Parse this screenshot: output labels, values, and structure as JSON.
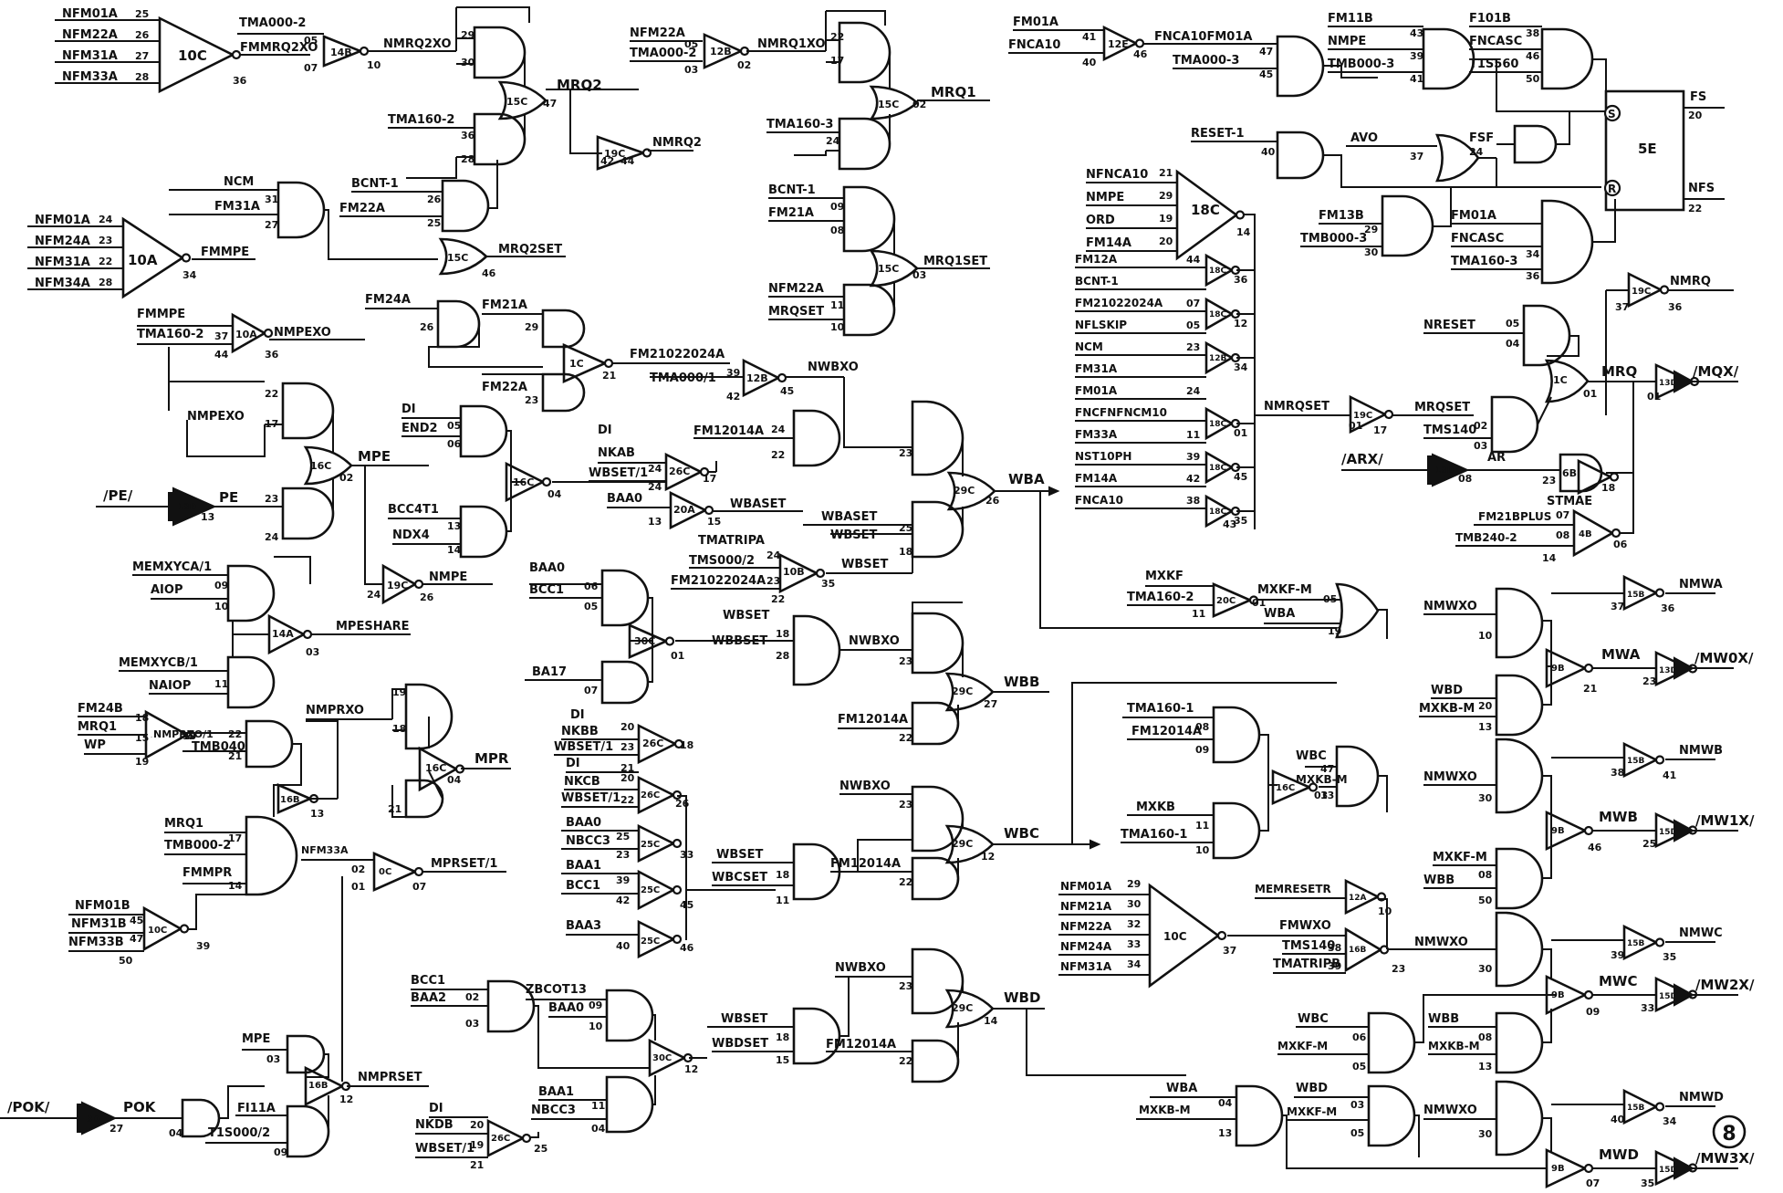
{
  "sheet": {
    "sheet_number": "8"
  },
  "ng1": {
    "i": [
      "NFM01A",
      "NFM22A",
      "NFM31A",
      "NFM33A"
    ],
    "p": [
      "25",
      "26",
      "27",
      "28"
    ],
    "ref": "10C",
    "o": "36"
  },
  "ng2": {
    "i": [
      "TMA000-2",
      "FMMRQ2XO"
    ],
    "p": [
      "05",
      "07"
    ],
    "ref": "14B",
    "o": "10",
    "out": "NMRQ2XO"
  },
  "ng3": {
    "i": [
      "NFM22A",
      "TMA000-2"
    ],
    "p": [
      "05",
      "03"
    ],
    "ref": "12B",
    "o": "02",
    "out": "NMRQ1XO"
  },
  "mrq2": {
    "ref": "15C",
    "p_or": "47",
    "and_p": [
      "29",
      "30",
      "36",
      "28"
    ],
    "tma": "TMA160-2",
    "out": "MRQ2",
    "inv_ref": "19C",
    "inv_pi": "42",
    "inv_po": "44",
    "inv_out": "NMRQ2"
  },
  "mrq1": {
    "ref": "15C",
    "p_or": "02",
    "and_p": [
      "22",
      "17",
      "24"
    ],
    "tma": "TMA160-3",
    "out": "MRQ1"
  },
  "fnc": {
    "i": [
      "FM01A",
      "FNCA10"
    ],
    "p": [
      "41",
      "40"
    ],
    "ref": "12E",
    "o": "46",
    "out": "FNCA10FM01A"
  },
  "and47": {
    "i": [
      "TMA000-3"
    ],
    "p": [
      "47",
      "45"
    ]
  },
  "and5e": {
    "i": [
      "FM11B",
      "NMPE",
      "TMB000-3"
    ],
    "p": [
      "43",
      "39",
      "41"
    ]
  },
  "and5e2": {
    "i": [
      "F101B",
      "FNCASC",
      "T1S560"
    ],
    "p": [
      "38",
      "46",
      "50"
    ]
  },
  "ff5e": {
    "ref": "5E",
    "s": "S",
    "r": "R",
    "fs": "FS",
    "nfs": "NFS",
    "p_fs": "20",
    "p_nfs": "22"
  },
  "rst": {
    "i": [
      "RESET-1"
    ],
    "p": [
      "40"
    ],
    "avo": "AVO",
    "avo_p": "37",
    "fsf": "FSF",
    "fsf_p": "24"
  },
  "and5e3": {
    "i": [
      "FM13B",
      "TMB000-3"
    ],
    "p": [
      "29",
      "30"
    ]
  },
  "and5e4": {
    "i": [
      "FM01A",
      "FNCASC",
      "TMA160-3"
    ],
    "p": [
      "34",
      "36"
    ]
  },
  "ng10a": {
    "i": [
      "NFM01A",
      "NFM24A",
      "NFM31A",
      "NFM34A"
    ],
    "p": [
      "24",
      "23",
      "22",
      "28"
    ],
    "ref": "10A",
    "o": "34",
    "out": "FMMPE"
  },
  "ncm": {
    "i": [
      "NCM",
      "FM31A"
    ],
    "p": [
      "31",
      "27"
    ]
  },
  "mrq2s": {
    "i": [
      "BCNT-1",
      "FM22A"
    ],
    "p": [
      "26",
      "25"
    ],
    "ref": "15C",
    "o": "46",
    "out": "MRQ2SET"
  },
  "mrq1s": {
    "i": [
      "BCNT-1",
      "FM21A",
      "NFM22A",
      "MRQSET"
    ],
    "p": [
      "09",
      "08",
      "11",
      "10"
    ],
    "ref": "15C",
    "o": "03",
    "out": "MRQ1SET"
  },
  "nmpexo": {
    "i": [
      "FMMPE",
      "TMA160-2"
    ],
    "p": [
      "37",
      "44"
    ],
    "ref": "10A",
    "o": "36",
    "out": "NMPEXO"
  },
  "ngfm": {
    "i": [
      "FM24A",
      "FM21A",
      "FM22A"
    ],
    "p": [
      "26",
      "29",
      "23"
    ],
    "ref": "1C",
    "o": "21",
    "out": "FM21022024A"
  },
  "nwbxo": {
    "i": [
      "TMA000/1"
    ],
    "p": [
      "39",
      "42"
    ],
    "ref": "12B",
    "o": "45",
    "out": "NWBXO"
  },
  "mpe": {
    "i": [
      "NMPEXO"
    ],
    "p": [
      "22",
      "17",
      "23",
      "24"
    ],
    "ref": "16C",
    "o": "02",
    "out": "MPE"
  },
  "pe": {
    "in": "/PE/",
    "ref": "13D",
    "p": "13",
    "out": "PE"
  },
  "nmpe": {
    "ref": "19C",
    "pi": "24",
    "po": "26",
    "out": "NMPE"
  },
  "ngdi": {
    "i": [
      "DI",
      "END2",
      "BCC4T1",
      "NDX4"
    ],
    "p": [
      "05",
      "06",
      "13",
      "14"
    ],
    "ref": "16C",
    "o": "04"
  },
  "ng26c": {
    "i": [
      "DI",
      "NKAB",
      "WBSET/1",
      "BAA0"
    ],
    "p": [
      "24",
      "24",
      "13"
    ],
    "ref": "26C",
    "o": "17",
    "ref2": "20A",
    "o2": "15",
    "out": "WBASET"
  },
  "and24": {
    "i": [
      "FM12014A"
    ],
    "p": [
      "24",
      "22"
    ]
  },
  "wba": {
    "i": [
      "WBASET",
      "WBSET"
    ],
    "p": [
      "23",
      "25",
      "18"
    ],
    "ref": "29C",
    "o": "26",
    "out": "WBA"
  },
  "tmat": {
    "i": [
      "TMATRIPA",
      "TMS000/2",
      "FM21022024A"
    ],
    "p": [
      "24",
      "23"
    ],
    "ref": "10B",
    "o": "35",
    "p2": "22",
    "out": "WBSET"
  },
  "ngbaa": {
    "i": [
      "BAA0",
      "BCC1",
      "BA17"
    ],
    "p": [
      "06",
      "05",
      "07"
    ],
    "ref": "30C",
    "o": "01",
    "out": "WBSET"
  },
  "ngbset": {
    "i": [
      "WBSET",
      "WBBSET"
    ],
    "p": [
      "18",
      "28"
    ]
  },
  "wbb": {
    "i": [
      "NWBXO",
      "FM12014A"
    ],
    "p": [
      "23",
      "22"
    ],
    "ref": "29C",
    "o": "27",
    "out": "WBB"
  },
  "nkb": {
    "i": [
      "DI",
      "NKBB",
      "WBSET/1"
    ],
    "p": [
      "20",
      "23",
      "21"
    ],
    "ref": "26C",
    "o": "18"
  },
  "mpeshare": {
    "i": [
      "MEMXYCA/1",
      "AIOP",
      "MEMXYCB/1",
      "NAIOP"
    ],
    "p": [
      "09",
      "10",
      "11"
    ],
    "ref": "14A",
    "o": "03",
    "out": "MPESHARE"
  },
  "mrq1c": {
    "i": [
      "FM24B",
      "MRQ1",
      "WP"
    ],
    "p": [
      "18",
      "15",
      "19"
    ],
    "ref": "11C",
    "o": "10",
    "out": "NMPRXO/1"
  },
  "tmb040": {
    "i": [
      "TMB040"
    ],
    "p": [
      "22",
      "21"
    ]
  },
  "nmprxo": {
    "out": "NMPRXO",
    "p": [
      "19",
      "18",
      "21"
    ],
    "ref": "16C",
    "o": "04",
    "final": "MPR"
  },
  "ng16b": {
    "ref": "16B",
    "o": "13",
    "i": [
      "MRQ1",
      "TMB000-2",
      "FMMPR"
    ],
    "p": [
      "17",
      "14"
    ]
  },
  "ng10c2": {
    "i": [
      "NFM01B",
      "NFM31B",
      "NFM33B"
    ],
    "p": [
      "45",
      "47",
      "50"
    ],
    "ref": "10C",
    "o": "39"
  },
  "nmprset": {
    "in": "NFM33A",
    "p": [
      "02",
      "01"
    ],
    "ref": "0C",
    "o": "07",
    "out": "MPRSET/1"
  },
  "nkc": {
    "i": [
      "DI",
      "NKCB",
      "WBSET/1"
    ],
    "p": [
      "20",
      "22"
    ],
    "ref": "26C",
    "o": "26"
  },
  "baa2": {
    "i": [
      "BAA0",
      "NBCC3",
      "BAA1",
      "BCC1",
      "BAA3"
    ],
    "p": [
      "25",
      "23",
      "39",
      "42",
      "40"
    ],
    "ref": "25C",
    "o": [
      "33",
      "45",
      "46"
    ]
  },
  "wbc": {
    "i": [
      "WBSET",
      "WBCSET"
    ],
    "p": [
      "18",
      "11"
    ],
    "ref": "29C",
    "o": "12",
    "out": "WBC"
  },
  "wbc2": {
    "i": [
      "NWBXO",
      "FM12014A"
    ],
    "p": [
      "23",
      "22"
    ]
  },
  "wbd": {
    "i": [
      "NWBXO",
      "FM12014A"
    ],
    "p": [
      "23",
      "22"
    ],
    "ref": "29C",
    "o": "14",
    "out": "WBD"
  },
  "wbdset": {
    "i": [
      "WBSET",
      "WBDSET"
    ],
    "p": [
      "18",
      "15"
    ],
    "ref": "30C",
    "o": "12"
  },
  "bcc": {
    "i": [
      "BCC1",
      "BAA2",
      "ZBCOT13",
      "BAA0",
      "BAA1",
      "NBCC3"
    ],
    "p": [
      "02",
      "03",
      "09",
      "10",
      "11",
      "04"
    ]
  },
  "nkd": {
    "i": [
      "DI",
      "NKDB",
      "WBSET/1"
    ],
    "p": [
      "20",
      "19",
      "21"
    ],
    "ref": "26C",
    "o": "25"
  },
  "pok": {
    "in": "/POK/",
    "ref": "3D",
    "p": "27",
    "out": "POK",
    "and_p": "04",
    "or_i": [
      "MPE",
      "FI11A",
      "T1S000/2"
    ],
    "or_p": [
      "03",
      "09"
    ],
    "ref2": "16B",
    "o2": "12",
    "out2": "NMPRSET"
  },
  "ng18c": {
    "i": [
      "NFNCA10",
      "NMPE",
      "ORD",
      "FM14A"
    ],
    "p": [
      "21",
      "29",
      "19",
      "20"
    ],
    "ref": "18C",
    "o": "14"
  },
  "ng18c2": {
    "rows": [
      {
        "i": "FM12A",
        "p": "44",
        "ref": "18C",
        "o": "36"
      },
      {
        "i": "BCNT-1",
        "p": "",
        "ref": "",
        "o": ""
      },
      {
        "i": "FM21022024A",
        "p": "07",
        "ref": "18C",
        "o": "12"
      },
      {
        "i": "NFLSKIP",
        "p": "05",
        "ref": "",
        "o": ""
      },
      {
        "i": "NCM",
        "p": "23",
        "ref": "12B",
        "o": "34"
      },
      {
        "i": "FM31A",
        "p": "",
        "ref": "",
        "o": ""
      },
      {
        "i": "FM01A",
        "p": "24",
        "ref": "",
        "o": ""
      },
      {
        "i": "FNCFNFNCM10",
        "p": "",
        "ref": "18C",
        "o": "01"
      },
      {
        "i": "FM33A",
        "p": "11",
        "ref": "",
        "o": ""
      },
      {
        "i": "NST10PH",
        "p": "39",
        "ref": "18C",
        "o": "45"
      },
      {
        "i": "FM14A",
        "p": "42",
        "ref": "",
        "o": ""
      },
      {
        "i": "FNCA10",
        "p": "38",
        "ref": "18C",
        "o": "35"
      }
    ],
    "out": "NMRQSET",
    "tail": "43"
  },
  "mrqset": {
    "ref": "19C",
    "pi": "01",
    "po": "17",
    "out": "MRQSET",
    "tms": "TMS140",
    "p": [
      "02",
      "03"
    ]
  },
  "nmrq": {
    "ref": "19C",
    "pi": "37",
    "po": "36",
    "out": "NMRQ"
  },
  "nreset": {
    "i": [
      "NRESET"
    ],
    "p": [
      "05",
      "04"
    ]
  },
  "mrq": {
    "ref": "1C",
    "o": "01",
    "out": "MRQ",
    "inv_ref": "13D",
    "inv_p": "01",
    "final": "/MQX/"
  },
  "arx": {
    "in": "/ARX/",
    "ref": "13D",
    "p": "08",
    "out": "AR",
    "and_ref": "6B",
    "p_and": [
      "23"
    ],
    "o": "18"
  },
  "stmae": {
    "out": "STMAE",
    "i": [
      "FM21BPLUS",
      "TMB240-2"
    ],
    "p": [
      "07",
      "08"
    ],
    "ref": "4B",
    "o": "06",
    "p2": "14"
  },
  "mxkf": {
    "i": [
      "MXKF",
      "TMA160-2"
    ],
    "p": [
      "11"
    ],
    "ref": "20C",
    "o": "01",
    "out": "MXKF-M",
    "p_or": [
      "05",
      "19"
    ],
    "wba": "WBA"
  },
  "nmwa": {
    "i": [
      "NMWXO",
      "WBD",
      "MXKB-M"
    ],
    "p": [
      "10",
      "20",
      "13"
    ],
    "ref": "15B",
    "pi": "37",
    "o": "36",
    "out": "NMWA",
    "ref2": "9B",
    "o2": "21",
    "out2": "MWA",
    "inv_ref": "13D",
    "inv_p": "23",
    "final": "/MW0X/"
  },
  "tma1": {
    "i": [
      "TMA160-1",
      "FM12014A",
      "MXKB",
      "TMA160-1"
    ],
    "p": [
      "08",
      "09",
      "11",
      "10"
    ],
    "ref": "16C",
    "o": "03",
    "out": "WBC",
    "out2": "MXKB-M",
    "p_o": [
      "47",
      "13"
    ]
  },
  "nmwb": {
    "i": [
      "NMWXO",
      "MXKF-M",
      "WBB"
    ],
    "p": [
      "30",
      "08",
      "50"
    ],
    "ref": "15B",
    "pi": "38",
    "o": "41",
    "out": "NMWB",
    "ref2": "9B",
    "o2": "46",
    "out2": "MWB",
    "inv_ref": "15D",
    "inv_p": "25",
    "final": "/MW1X/"
  },
  "ng10c3": {
    "i": [
      "NFM01A",
      "NFM21A",
      "NFM22A",
      "NFM24A",
      "NFM31A"
    ],
    "p": [
      "29",
      "30",
      "32",
      "33",
      "34"
    ],
    "ref": "10C",
    "o": "37"
  },
  "memreset": {
    "in": "MEMRESETR",
    "ref": "12A",
    "o": "10"
  },
  "fmwxo": {
    "i": [
      "FMWXO",
      "TMS140",
      "TMATRIPB"
    ],
    "p": [
      "38",
      "39"
    ],
    "ref": "16B",
    "o": "23",
    "out": "NMWXO"
  },
  "nmwc": {
    "i": [
      "WBC",
      "MXKF-M",
      "WBB",
      "MXKB-M"
    ],
    "p": [
      "30",
      "06",
      "05",
      "08",
      "13"
    ],
    "ref": "15B",
    "pi": "39",
    "o": "35",
    "out": "NMWC",
    "ref2": "9B",
    "o2": "09",
    "out2": "MWC",
    "inv_ref": "15D",
    "inv_p": "33",
    "final": "/MW2X/"
  },
  "nmwd": {
    "i": [
      "WBA",
      "MXKB-M",
      "WBD",
      "MXKF-M",
      "NMWXO"
    ],
    "p": [
      "04",
      "13",
      "03",
      "05",
      "30"
    ],
    "ref": "15B",
    "pi": "40",
    "o": "34",
    "out": "NMWD",
    "ref2": "9B",
    "o2": "07",
    "out2": "MWD",
    "inv_ref": "15D",
    "inv_p": "35",
    "final": "/MW3X/"
  }
}
